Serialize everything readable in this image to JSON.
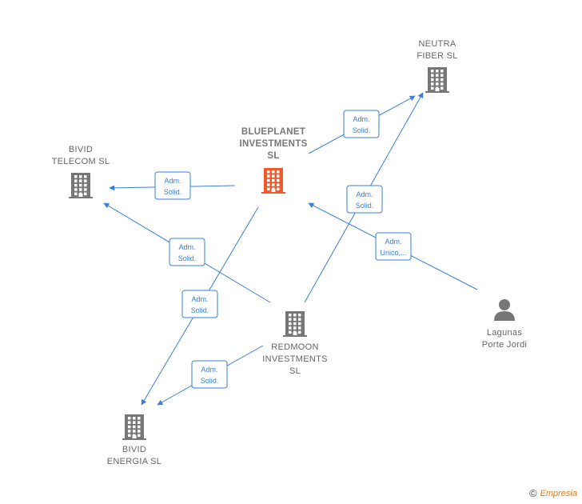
{
  "nodes": [
    {
      "id": "blueplanet",
      "type": "company",
      "highlight": true,
      "lines": [
        "BLUEPLANET",
        "INVESTMENTS",
        "SL"
      ]
    },
    {
      "id": "neutra",
      "type": "company",
      "highlight": false,
      "lines": [
        "NEUTRA",
        "FIBER  SL"
      ]
    },
    {
      "id": "bivid_telecom",
      "type": "company",
      "highlight": false,
      "lines": [
        "BIVID",
        "TELECOM  SL"
      ]
    },
    {
      "id": "redmoon",
      "type": "company",
      "highlight": false,
      "lines": [
        "REDMOON",
        "INVESTMENTS",
        "SL"
      ]
    },
    {
      "id": "bivid_energia",
      "type": "company",
      "highlight": false,
      "lines": [
        "BIVID",
        "ENERGIA  SL"
      ]
    },
    {
      "id": "lagunas",
      "type": "person",
      "highlight": false,
      "lines": [
        "Lagunas",
        "Porte Jordi"
      ]
    }
  ],
  "edges": [
    {
      "from": "blueplanet",
      "to": "neutra",
      "lines": [
        "Adm.",
        "Solid."
      ]
    },
    {
      "from": "blueplanet",
      "to": "bivid_telecom",
      "lines": [
        "Adm.",
        "Solid."
      ]
    },
    {
      "from": "redmoon",
      "to": "neutra",
      "lines": [
        "Adm.",
        "Solid."
      ]
    },
    {
      "from": "redmoon",
      "to": "bivid_telecom",
      "lines": [
        "Adm.",
        "Solid."
      ]
    },
    {
      "from": "lagunas",
      "to": "blueplanet",
      "lines": [
        "Adm.",
        "Unico,..."
      ]
    },
    {
      "from": "blueplanet",
      "to": "bivid_energia",
      "lines": [
        "Adm.",
        "Solid."
      ]
    },
    {
      "from": "redmoon",
      "to": "bivid_energia",
      "lines": [
        "Adm.",
        "Solid."
      ]
    }
  ],
  "colors": {
    "edge": "#3a7fd5",
    "company": "#777777",
    "highlight": "#f05a28",
    "person": "#777777"
  },
  "brand": {
    "copyright": "©",
    "name": "Empresia"
  }
}
